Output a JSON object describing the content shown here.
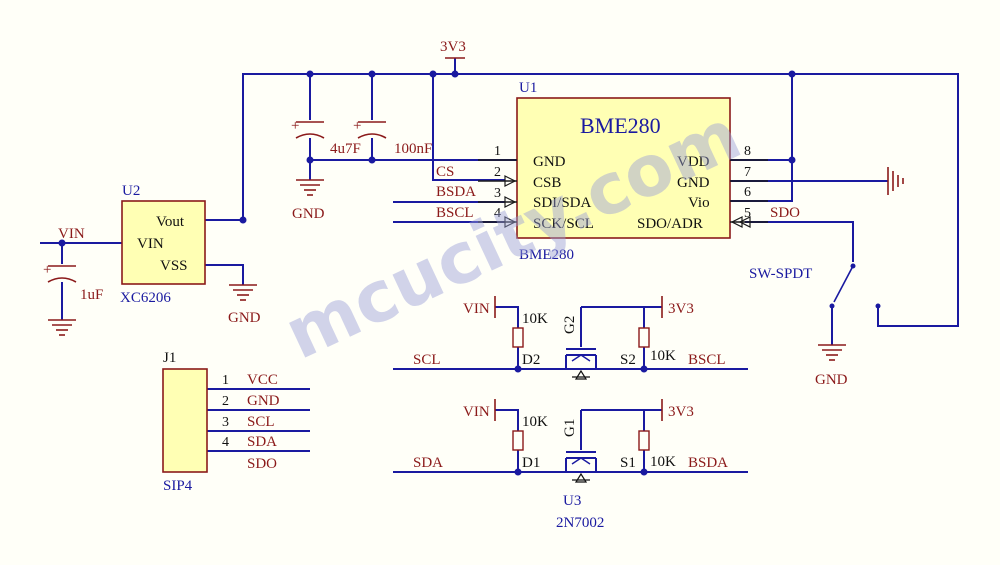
{
  "watermark": "mcucity.com",
  "u1": {
    "ref": "U1",
    "title": "BME280",
    "part": "BME280",
    "left_pins": [
      {
        "num": "1",
        "name": "GND"
      },
      {
        "num": "2",
        "name": "CSB"
      },
      {
        "num": "3",
        "name": "SDI/SDA"
      },
      {
        "num": "4",
        "name": "SCK/SCL"
      }
    ],
    "right_pins": [
      {
        "num": "8",
        "name": "VDD"
      },
      {
        "num": "7",
        "name": "GND"
      },
      {
        "num": "6",
        "name": "Vio"
      },
      {
        "num": "5",
        "name": "SDO/ADR"
      }
    ]
  },
  "u2": {
    "ref": "U2",
    "part": "XC6206",
    "pin_vout": "Vout",
    "pin_vin": "VIN",
    "pin_vss": "VSS"
  },
  "caps": {
    "c1": "4u7F",
    "c2": "100nF",
    "c3": "1uF"
  },
  "nets": {
    "v3_top": "3V3",
    "vin": "VIN",
    "cs": "CS",
    "bsda": "BSDA",
    "bscl": "BSCL",
    "sdo": "SDO",
    "scl": "SCL",
    "sda": "SDA",
    "v3_a": "3V3",
    "v3_b": "3V3",
    "vin_a": "VIN",
    "vin_b": "VIN",
    "bscl2": "BSCL",
    "bsda2": "BSDA"
  },
  "gnd": {
    "g1": "GND",
    "g2": "GND",
    "g3": "GND"
  },
  "switch": {
    "name": "SW-SPDT"
  },
  "j1": {
    "ref": "J1",
    "part": "SIP4",
    "pins": [
      {
        "num": "1",
        "label": "VCC"
      },
      {
        "num": "2",
        "label": "GND"
      },
      {
        "num": "3",
        "label": "SCL"
      },
      {
        "num": "4",
        "label": "SDA"
      }
    ],
    "extra_label": "SDO"
  },
  "mosfets": {
    "top": {
      "gate": "G2",
      "drain": "D2",
      "source": "S2",
      "r1": "10K",
      "r2": "10K"
    },
    "bottom": {
      "gate": "G1",
      "drain": "D1",
      "source": "S1",
      "r1": "10K",
      "r2": "10K"
    },
    "ref": "U3",
    "part": "2N7002"
  }
}
